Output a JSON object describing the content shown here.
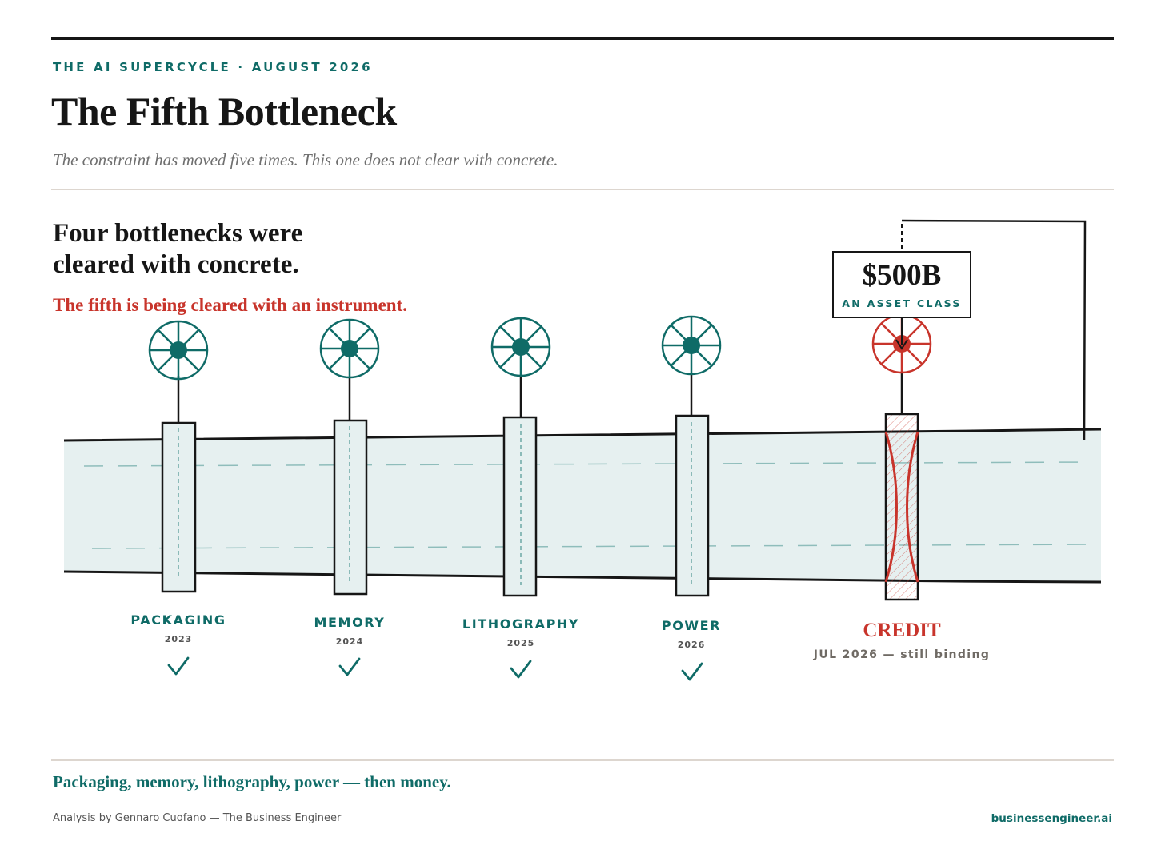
{
  "header": {
    "eyebrow": "THE AI SUPERCYCLE · AUGUST 2026",
    "title": "The Fifth Bottleneck",
    "subtitle": "The constraint has moved five times. This one does not clear with concrete."
  },
  "headline": {
    "line1": "Four bottlenecks were",
    "line2": "cleared with concrete.",
    "emphasis": "The fifth is being cleared with an instrument."
  },
  "stages": [
    {
      "name": "PACKAGING",
      "year": "2023",
      "status": "cleared",
      "icon": "check-icon"
    },
    {
      "name": "MEMORY",
      "year": "2024",
      "status": "cleared",
      "icon": "check-icon"
    },
    {
      "name": "LITHOGRAPHY",
      "year": "2025",
      "status": "cleared",
      "icon": "check-icon"
    },
    {
      "name": "POWER",
      "year": "2026",
      "status": "cleared",
      "icon": "check-icon"
    }
  ],
  "credit": {
    "name": "CREDIT",
    "status": "JUL 2026 — still binding",
    "callout_amount": "$500B",
    "callout_caption": "AN ASSET CLASS"
  },
  "colors": {
    "teal": "#0f6b67",
    "red": "#c8342b",
    "pipe_fill": "#e6f0f0",
    "ink": "#161616"
  },
  "footer": {
    "summary": "Packaging, memory, lithography, power — then money.",
    "byline": "Analysis by Gennaro Cuofano — The Business Engineer",
    "site": "businessengineer.ai"
  }
}
